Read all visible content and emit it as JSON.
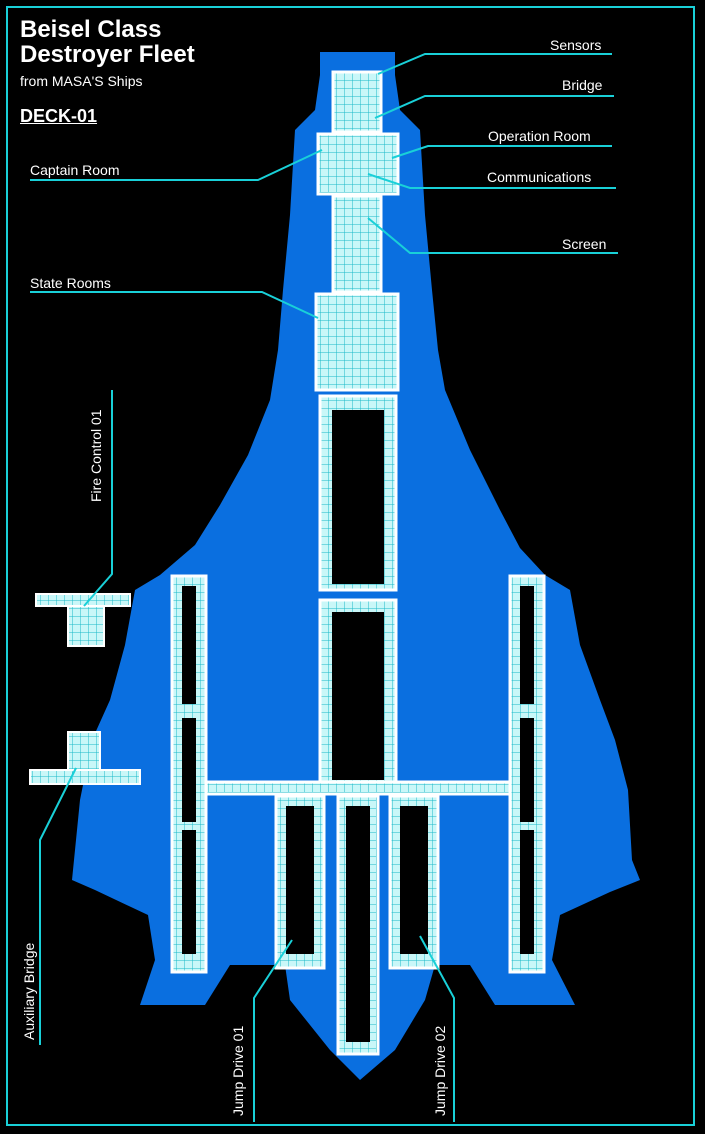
{
  "header": {
    "title_line1": "Beisel Class",
    "title_line2": "Destroyer Fleet",
    "subtitle": "from MASA'S Ships",
    "deck": "DECK-01"
  },
  "labels": {
    "sensors": "Sensors",
    "bridge": "Bridge",
    "operation_room": "Operation Room",
    "captain_room": "Captain Room",
    "communications": "Communications",
    "screen": "Screen",
    "state_rooms": "State Rooms",
    "fire_control": "Fire Control 01",
    "auxiliary_bridge": "Auxiliary Bridge",
    "jump_drive_01": "Jump Drive 01",
    "jump_drive_02": "Jump Drive 02"
  },
  "colors": {
    "hull": "#0a6fe0",
    "room_grid": "#1ad0d8",
    "room_fill": "#bff4f6",
    "frame": "#19d0d8",
    "text": "#ffffff"
  }
}
